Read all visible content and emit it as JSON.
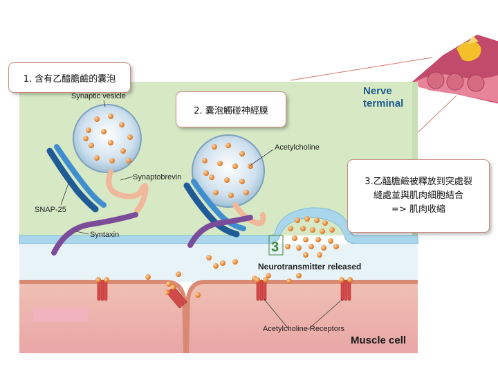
{
  "callouts": {
    "step1": "1. 含有乙醯膽鹼的囊泡",
    "step2": "2. 囊泡觸碰神經膜",
    "step3_lines": [
      "3.乙醯膽鹼被釋放到突處裂",
      "縫處並與肌肉細胞結合",
      "=> 肌肉收縮"
    ]
  },
  "labels": {
    "nerve_terminal_line1": "Nerve",
    "nerve_terminal_line2": "terminal",
    "synaptic_vesicle": "Synaptic vesicle",
    "synaptobrevin": "Synaptobrevin",
    "snap25": "SNAP-25",
    "syntaxin": "Syntaxin",
    "acetylcholine": "Acetylcholine",
    "step_number": "3",
    "neurotransmitter_released": "Neurotransmitter released",
    "ach_receptors": "Acetylcholine Receptors",
    "muscle_cell": "Muscle cell"
  },
  "colors": {
    "nerve_bg": "#d6e9c4",
    "membrane": "#a9d6ea",
    "muscle": "#e6a8a8",
    "vesicle": "#c5dbe9",
    "ach": "#e6892e",
    "snap25": "#2d74b8",
    "syntaxin": "#7b4c9a",
    "synaptobrevin": "#f0b79a",
    "receptor": "#d84848",
    "text_blue": "#1f5b8c"
  }
}
